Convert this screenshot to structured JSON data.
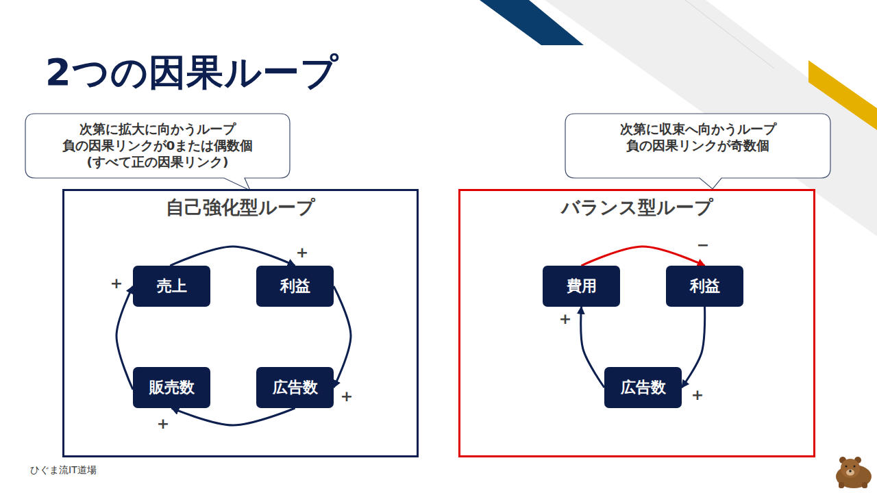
{
  "diagram": {
    "title": "2つの因果ループ",
    "nodes": [
      {
        "text": [
          "次第に拡大に向かうループ",
          "負の因果リンクが0または偶数個",
          "(すべて正の因果リンク)"
        ]
      },
      {
        "text": [
          "次第に収束へ向かうループ",
          "負の因果リンクが奇数個"
        ]
      },
      {
        "text": [
          "自己強化型ループ"
        ]
      },
      {
        "text": [
          "売上"
        ],
        "in": 2
      },
      {
        "text": [
          "利益"
        ],
        "in": 2
      },
      {
        "text": [
          "販売数"
        ],
        "in": 2
      },
      {
        "text": [
          "広告数"
        ],
        "in": 2
      },
      {
        "text": [
          "バランス型ループ"
        ]
      },
      {
        "text": [
          "費用"
        ],
        "in": 7
      },
      {
        "text": [
          "利益"
        ],
        "in": 7
      },
      {
        "text": [
          "広告数"
        ],
        "in": 7
      }
    ],
    "edges": [
      {
        "from": 3,
        "to": 4,
        "arrow": "to",
        "label": "+"
      },
      {
        "from": 4,
        "to": 6,
        "arrow": "to",
        "label": "+"
      },
      {
        "from": 6,
        "to": 5,
        "arrow": "to",
        "label": "+"
      },
      {
        "from": 5,
        "to": 3,
        "arrow": "to",
        "label": "+"
      },
      {
        "from": 8,
        "to": 9,
        "arrow": "to",
        "label": "−"
      },
      {
        "from": 9,
        "to": 10,
        "arrow": "to",
        "label": "+"
      },
      {
        "from": 10,
        "to": 8,
        "arrow": "to",
        "label": "+"
      }
    ],
    "labels": [
      "ひぐま流IT道場"
    ]
  }
}
